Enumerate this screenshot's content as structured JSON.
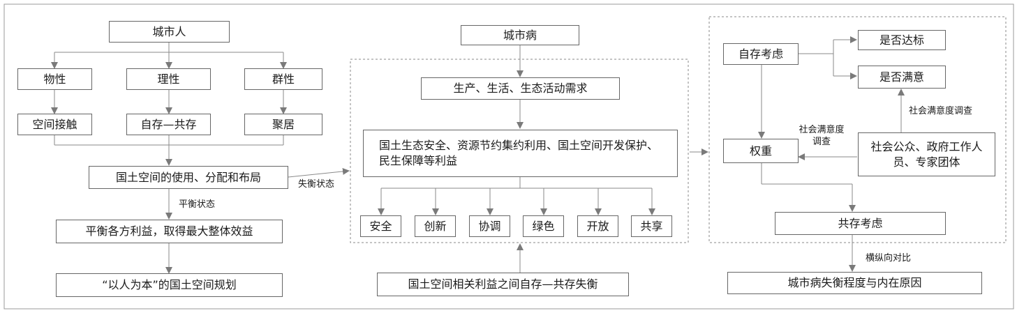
{
  "left": {
    "city_people": "城市人",
    "material": "物性",
    "rational": "理性",
    "social": "群性",
    "space_contact": "空间接触",
    "self_coexist": "自存—共存",
    "settle": "聚居",
    "land_use": "国土空间的使用、分配和布局",
    "balance_label": "平衡状态",
    "balance_benefit": "平衡各方利益，取得最大整体效益",
    "people_planning": "“以人为本”的国土空间规划",
    "imbalance_label": "失衡状态"
  },
  "middle": {
    "city_disease": "城市病",
    "demand": "生产、生活、生态活动需求",
    "interests": "国土生态安全、资源节约集约利用、国土空间开发保护、民生保障等利益",
    "principles": [
      "安全",
      "创新",
      "协调",
      "绿色",
      "开放",
      "共享"
    ],
    "imbalance_box": "国土空间相关利益之间自存—共存失衡"
  },
  "right": {
    "self_consider": "自存考虑",
    "up_to_standard": "是否达标",
    "satisfied": "是否满意",
    "survey_up": "社会满意度调查",
    "survey_left": "社会满意度调查",
    "weight": "权重",
    "stakeholders": "社会公众、政府工作人员、专家团体",
    "coexist_consider": "共存考虑",
    "horizontal_label": "横纵向对比",
    "result": "城市病失衡程度与内在原因"
  },
  "colors": {
    "line": "#8a8a8a",
    "border": "#666666",
    "frame": "#9a9a9a",
    "arrow": "#7a7a7a"
  }
}
